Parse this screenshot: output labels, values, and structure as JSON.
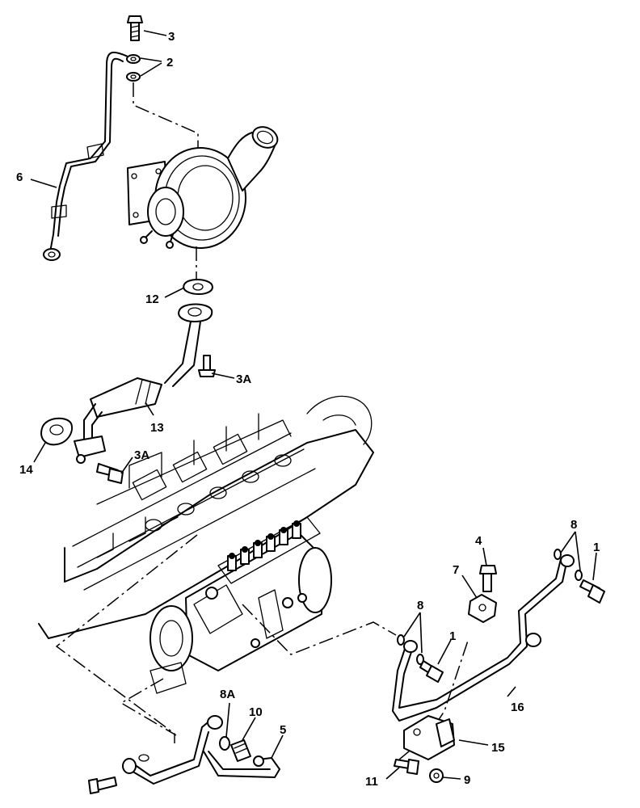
{
  "callouts": [
    {
      "id": "c3",
      "text": "3"
    },
    {
      "id": "c2",
      "text": "2"
    },
    {
      "id": "c6",
      "text": "6"
    },
    {
      "id": "c12",
      "text": "12"
    },
    {
      "id": "c3a_top",
      "text": "3A"
    },
    {
      "id": "c13",
      "text": "13"
    },
    {
      "id": "c14",
      "text": "14"
    },
    {
      "id": "c3a_bottom",
      "text": "3A"
    },
    {
      "id": "c4",
      "text": "4"
    },
    {
      "id": "c8_top",
      "text": "8"
    },
    {
      "id": "c1_top",
      "text": "1"
    },
    {
      "id": "c7",
      "text": "7"
    },
    {
      "id": "c8_mid",
      "text": "8"
    },
    {
      "id": "c1_mid",
      "text": "1"
    },
    {
      "id": "c16",
      "text": "16"
    },
    {
      "id": "c15",
      "text": "15"
    },
    {
      "id": "c8a",
      "text": "8A"
    },
    {
      "id": "c10",
      "text": "10"
    },
    {
      "id": "c5",
      "text": "5"
    },
    {
      "id": "c11",
      "text": "11"
    },
    {
      "id": "c9",
      "text": "9"
    }
  ]
}
